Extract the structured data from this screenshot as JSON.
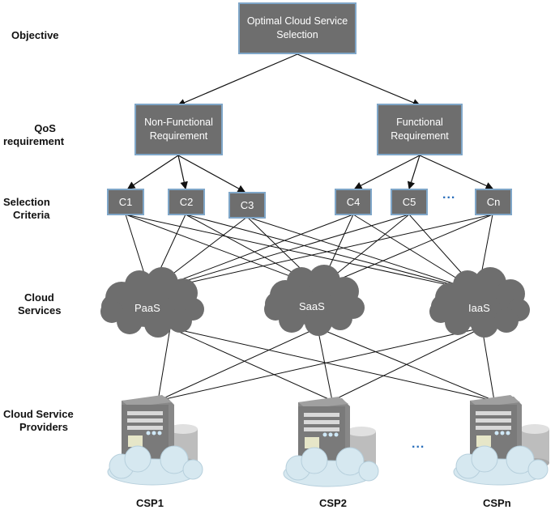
{
  "levels": {
    "objective": "Objective",
    "qos_line1": "QoS",
    "qos_line2": "requirement",
    "selection_line1": "Selection",
    "selection_line2": "Criteria",
    "cloud_line1": "Cloud",
    "cloud_line2": "Services",
    "providers_line1": "Cloud Service",
    "providers_line2": "Providers"
  },
  "objective_box": {
    "line1": "Optimal Cloud Service",
    "line2": "Selection"
  },
  "requirements": {
    "nonfunctional_line1": "Non-Functional",
    "nonfunctional_line2": "Requirement",
    "functional_line1": "Functional",
    "functional_line2": "Requirement"
  },
  "criteria": [
    "C1",
    "C2",
    "C3",
    "C4",
    "C5",
    "Cn"
  ],
  "criteria_ellipsis": "...",
  "services": [
    "PaaS",
    "SaaS",
    "IaaS"
  ],
  "providers": [
    "CSP1",
    "CSP2",
    "CSPn"
  ],
  "providers_ellipsis": "...",
  "colors": {
    "box_fill": "#6e6e6e",
    "box_border": "#7fa6c8",
    "cloud_fill": "#707070",
    "dots": "#2a6ebb"
  }
}
